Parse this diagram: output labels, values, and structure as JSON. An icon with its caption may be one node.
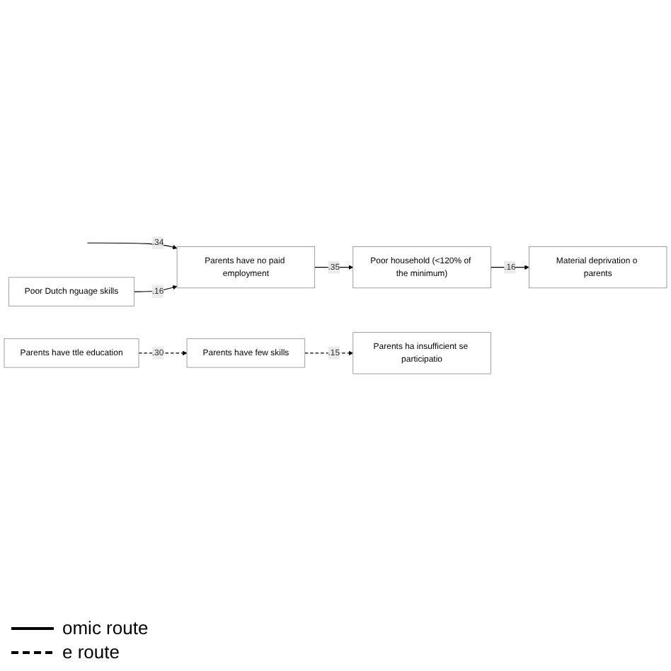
{
  "diagram": {
    "nodes": [
      {
        "text": [
          "Parents have no paid employment"
        ]
      },
      {
        "text": [
          "Poor household (<120% of the minimum)"
        ]
      },
      {
        "text": [
          "Material deprivation o parents"
        ]
      },
      {
        "text": [
          "Poor Dutch nguage skills"
        ]
      },
      {
        "text": [
          "Parents have ttle education"
        ]
      },
      {
        "text": [
          "Parents have few skills"
        ]
      },
      {
        "text": [
          "Parents ha insufficient se participatio"
        ]
      }
    ],
    "edges": [
      {
        "from": null,
        "to": 0,
        "arrow": "to",
        "label": ".34"
      },
      {
        "from": 0,
        "to": 1,
        "arrow": "to",
        "label": ".35"
      },
      {
        "from": 1,
        "to": 2,
        "arrow": "to",
        "label": ".16"
      },
      {
        "from": 3,
        "to": 0,
        "arrow": "to",
        "label": ".16"
      },
      {
        "from": 4,
        "to": 5,
        "arrow": "to",
        "label": ".30",
        "style": "dashed"
      },
      {
        "from": 5,
        "to": 6,
        "arrow": "to",
        "label": ".15",
        "style": "dashed"
      }
    ],
    "legend": [
      {
        "text": "omic route"
      },
      {
        "text": "e route"
      }
    ]
  }
}
